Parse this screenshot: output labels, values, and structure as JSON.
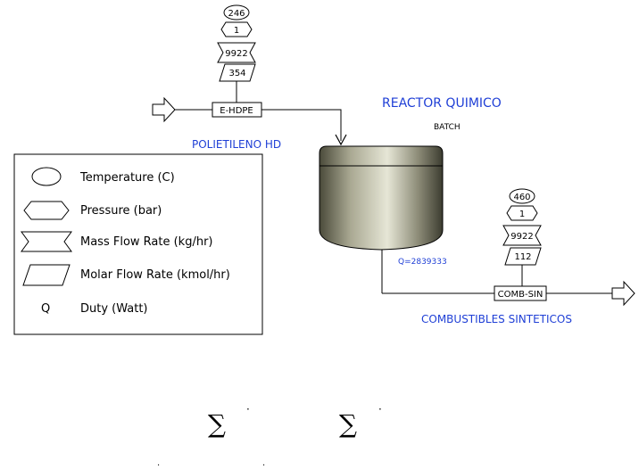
{
  "inlet_stream": {
    "name": "E-HDPE",
    "temperature": "246",
    "pressure": "1",
    "mass_flow": "9922",
    "molar_flow": "354",
    "caption": "POLIETILENO HD"
  },
  "reactor": {
    "title": "REACTOR QUIMICO",
    "subtitle": "BATCH",
    "duty": "Q=2839333"
  },
  "outlet_stream": {
    "name": "COMB-SIN",
    "temperature": "460",
    "pressure": "1",
    "mass_flow": "9922",
    "molar_flow": "112",
    "caption": "COMBUSTIBLES SINTETICOS"
  },
  "legend": {
    "temperature": "Temperature (C)",
    "pressure": "Pressure (bar)",
    "mass_flow": "Mass Flow Rate (kg/hr)",
    "molar_flow": "Molar Flow Rate (kmol/hr)",
    "duty_symbol": "Q",
    "duty": "Duty (Watt)"
  },
  "formula": {
    "sigma": "∑",
    "dot": "·",
    "dot_low": "."
  },
  "colors": {
    "blue_text": "#1f3fd6",
    "line": "#000000"
  }
}
